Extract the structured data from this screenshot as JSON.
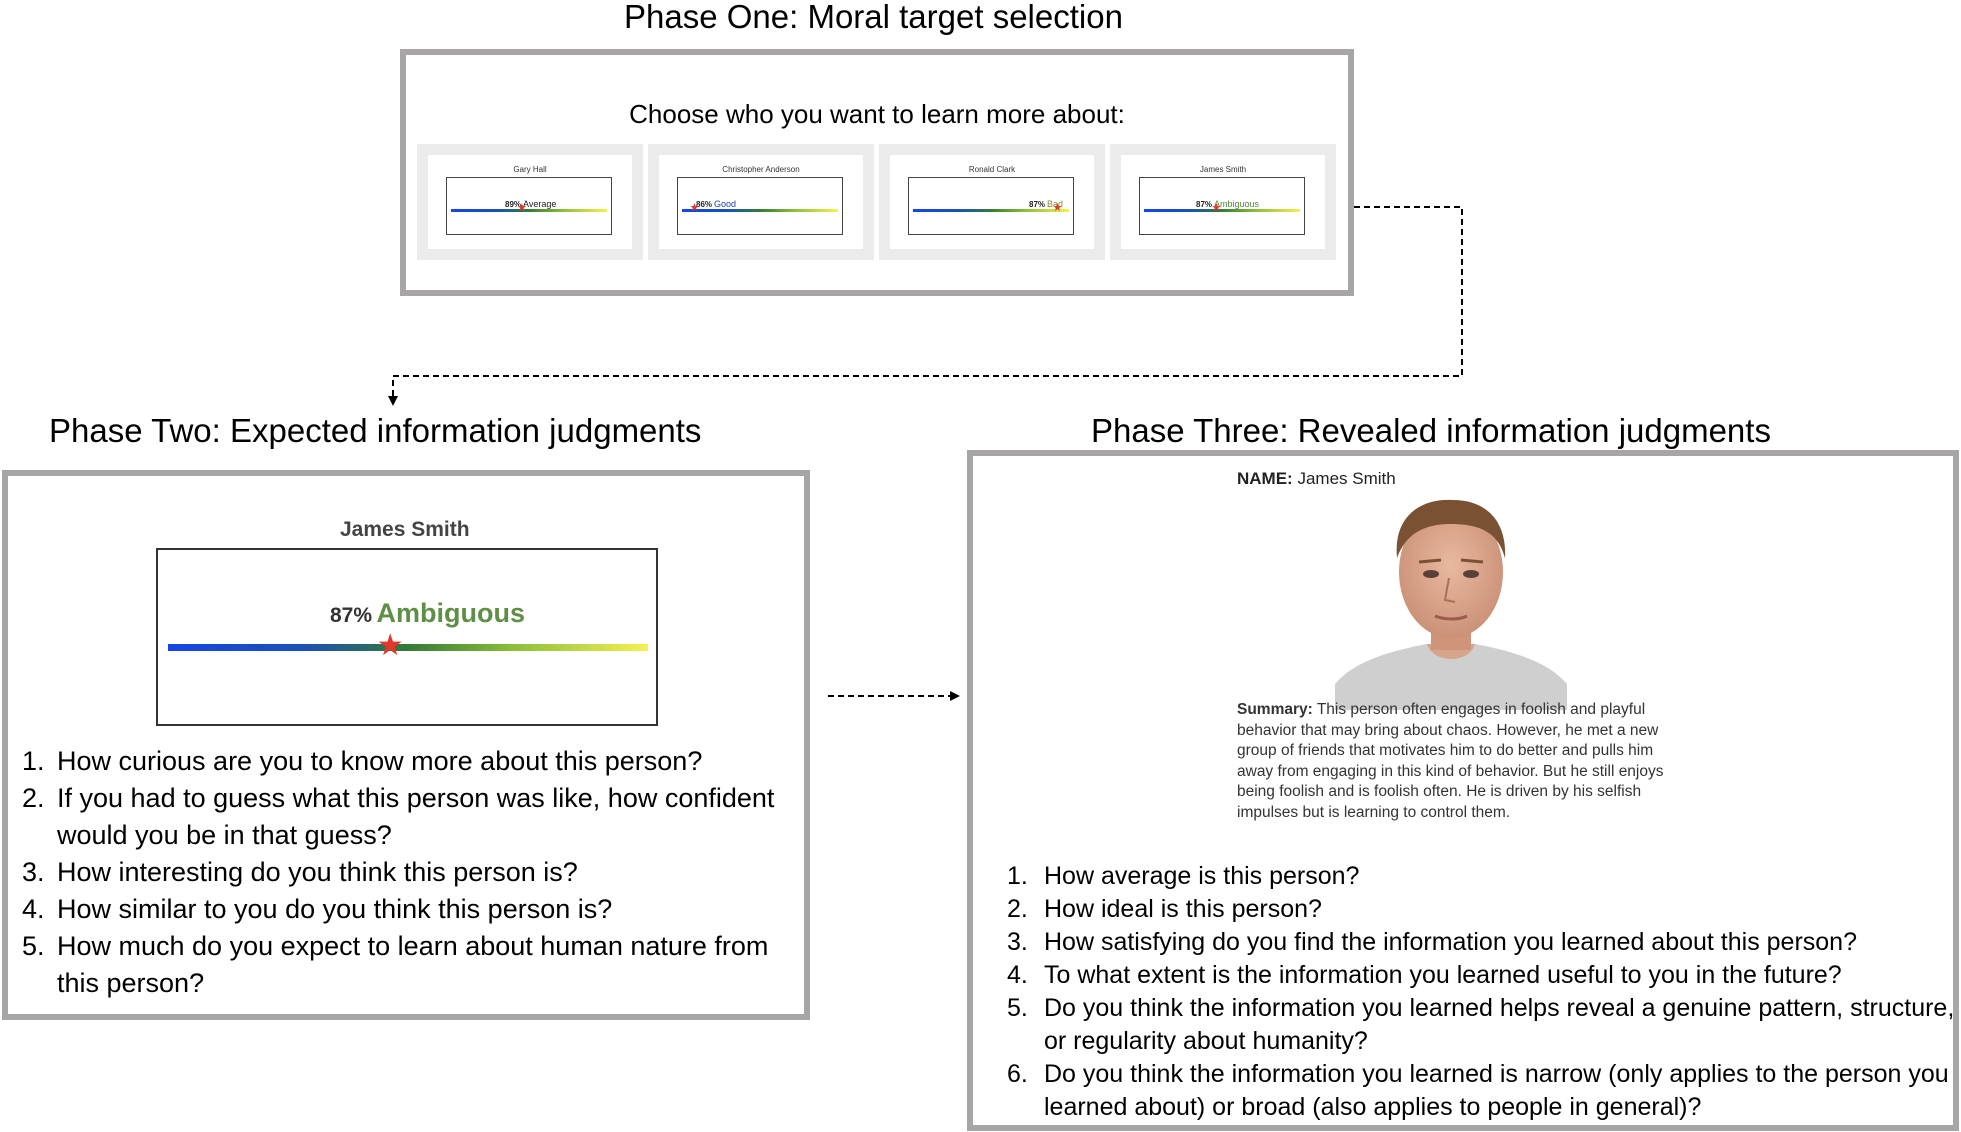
{
  "phase_one": {
    "title": "Phase One: Moral target selection",
    "prompt": "Choose who you want to learn more about:",
    "cards": [
      {
        "name": "Gary Hall",
        "percent": "89%",
        "label": "Average",
        "label_color": "#222222",
        "rating_position": 0.44
      },
      {
        "name": "Christopher Anderson",
        "percent": "86%",
        "label": "Good",
        "label_color": "#1a3fae",
        "rating_position": 0.05
      },
      {
        "name": "Ronald Clark",
        "percent": "87%",
        "label": "Bad",
        "label_color": "#8a8a2a",
        "rating_position": 0.93
      },
      {
        "name": "James Smith",
        "percent": "87%",
        "label": "Ambiguous",
        "label_color": "#4f8a3a",
        "rating_position": 0.45
      }
    ]
  },
  "phase_two": {
    "title": "Phase Two: Expected information judgments",
    "name": "James Smith",
    "percent": "87%",
    "label": "Ambiguous",
    "label_color": "#5f8f45",
    "rating_position": 0.45,
    "questions": [
      {
        "num": "1.",
        "text": "How curious are you to know more about this person?"
      },
      {
        "num": "2.",
        "text": "If you had to guess what this person was like, how confident would you be in that guess?"
      },
      {
        "num": "3.",
        "text": "How interesting do you think this person is?"
      },
      {
        "num": "4.",
        "text": "How similar to you do you think this person is?"
      },
      {
        "num": "5.",
        "text": "How much do you expect to learn about human nature from this person?"
      }
    ]
  },
  "phase_three": {
    "title": "Phase Three: Revealed information judgments",
    "name_label": "NAME:",
    "name_value": "James Smith",
    "summary_label": "Summary:",
    "summary_text": "This person often engages in foolish and playful behavior that may bring about chaos. However, he met a new group of friends that motivates him to do better and pulls him away from engaging in this kind of behavior. But he still enjoys being foolish and is foolish often. He is driven by his selfish impulses but is learning to control them.",
    "questions": [
      {
        "num": "1.",
        "text": "How average is this person?"
      },
      {
        "num": "2.",
        "text": "How ideal is this person?"
      },
      {
        "num": "3.",
        "text": "How satisfying do you find the information you learned about this person?"
      },
      {
        "num": "4.",
        "text": "To what extent is the information you learned useful to you in the future?"
      },
      {
        "num": "5.",
        "text": "Do you think the information you learned helps reveal a genuine pattern, structure, or regularity about humanity?"
      },
      {
        "num": "6.",
        "text": "Do you think the information you learned is narrow (only applies to the person you learned about) or broad (also applies to people in general)?"
      }
    ]
  },
  "colors": {
    "panel_border": "#a7a5a6",
    "scale_start": "#1547e6",
    "scale_end": "#f6f150",
    "star": "#e2362b"
  }
}
